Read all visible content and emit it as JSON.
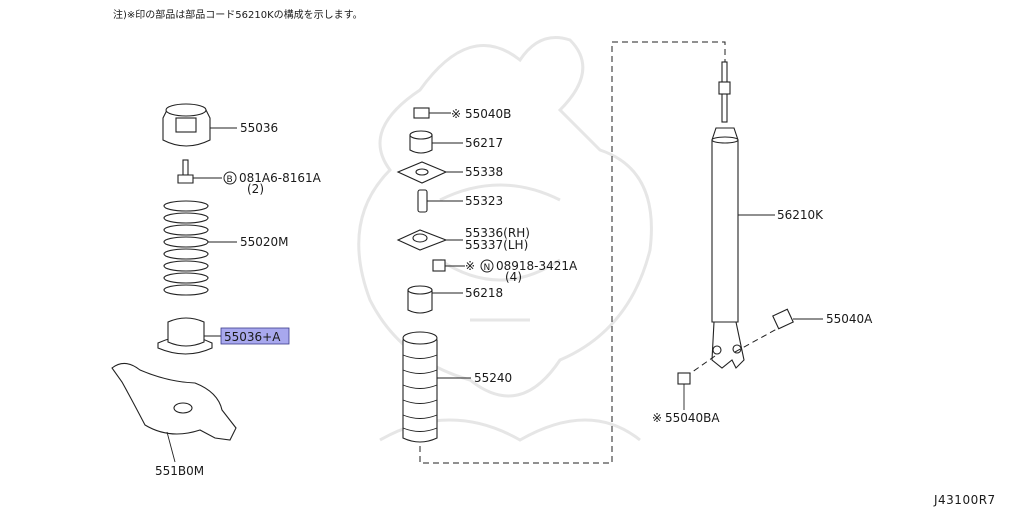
{
  "note": "注)※印の部品は部品コード56210Kの構成を示します。",
  "diagram_code": "J43100R7",
  "parts": {
    "p55036": "55036",
    "p081a6": "081A6-8161A",
    "p081a6_qty": "(2)",
    "p55020m": "55020M",
    "p55036a": "55036+A",
    "p551b0m": "551B0M",
    "p55040b": "55040B",
    "p56217": "56217",
    "p55338": "55338",
    "p55323": "55323",
    "p55336": "55336(RH)",
    "p55337": "55337(LH)",
    "p08918": "08918-3421A",
    "p08918_qty": "(4)",
    "p56218": "56218",
    "p55240": "55240",
    "p56210k": "56210K",
    "p55040a": "55040A",
    "p55040ba": "55040BA"
  },
  "symbols": {
    "asterisk": "※",
    "circled_b": "B",
    "circled_n": "N"
  },
  "highlight_color": "#a8a8ee"
}
